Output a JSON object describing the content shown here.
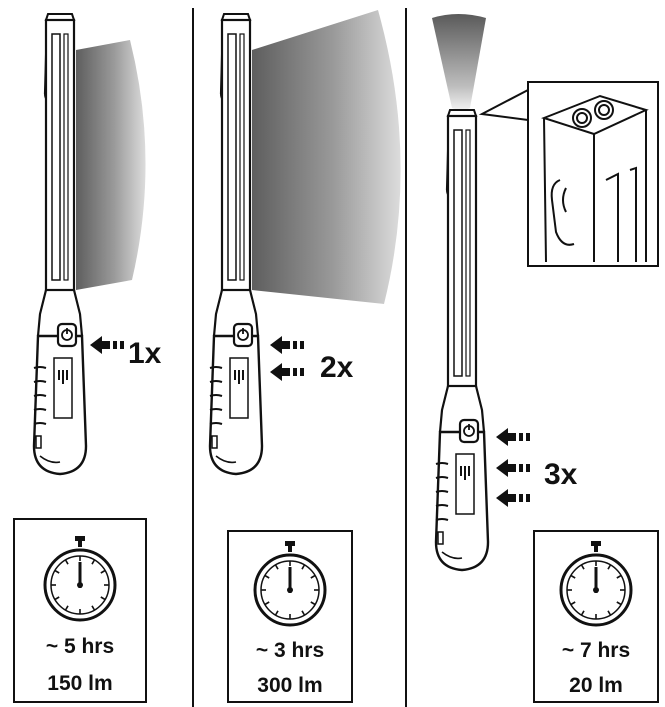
{
  "panels": [
    {
      "presses": "1x",
      "press_count": 1,
      "runtime": "~ 5 hrs",
      "lumens": "150 lm",
      "mode": "wide-beam"
    },
    {
      "presses": "2x",
      "press_count": 2,
      "runtime": "~ 3 hrs",
      "lumens": "300 lm",
      "mode": "wide-beam-bright"
    },
    {
      "presses": "3x",
      "press_count": 3,
      "runtime": "~ 7 hrs",
      "lumens": "20 lm",
      "mode": "spot-torch"
    }
  ],
  "icons": [
    "stopwatch-icon",
    "arrow-icon",
    "work-light-icon",
    "torch-head-detail-icon"
  ],
  "colors": {
    "line": "#111111",
    "background": "#ffffff",
    "beam_dark": "#6d6d6d",
    "beam_light": "#e6e6e6"
  }
}
